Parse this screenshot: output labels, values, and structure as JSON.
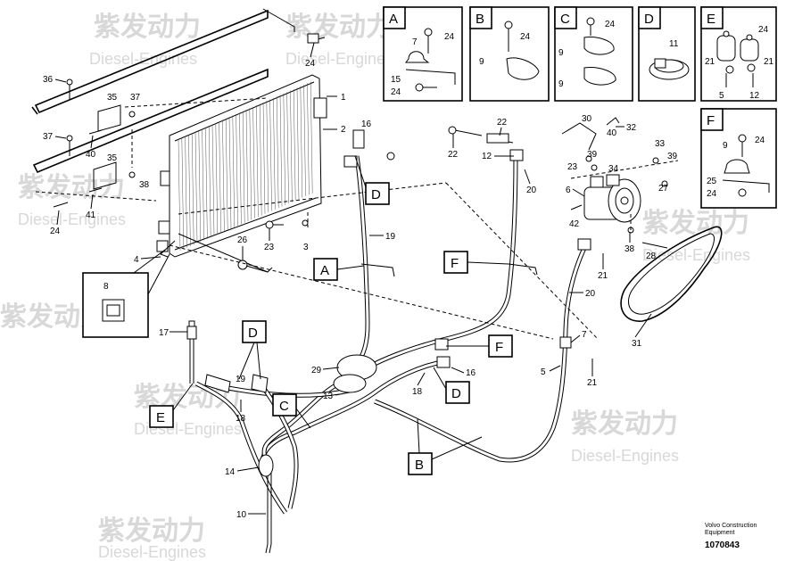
{
  "watermark": {
    "cn": "紫发动力",
    "en": "Diesel-Engines"
  },
  "footer": {
    "brand_line1": "Volvo Construction",
    "brand_line2": "Equipment",
    "drawing_number": "1070843"
  },
  "detail_boxes": [
    {
      "letter": "A",
      "callouts": [
        "7",
        "24",
        "15",
        "24"
      ]
    },
    {
      "letter": "B",
      "callouts": [
        "24",
        "9"
      ]
    },
    {
      "letter": "C",
      "callouts": [
        "24",
        "9",
        "9"
      ]
    },
    {
      "letter": "D",
      "callouts": [
        "11"
      ]
    },
    {
      "letter": "E",
      "callouts": [
        "24",
        "21",
        "21",
        "5",
        "12"
      ]
    },
    {
      "letter": "F",
      "callouts": [
        "9",
        "24",
        "25",
        "24"
      ]
    }
  ],
  "main_labels": [
    "A",
    "B",
    "C",
    "D",
    "D",
    "D",
    "E",
    "F",
    "F"
  ],
  "callouts_main": [
    "1",
    "2",
    "3",
    "4",
    "5",
    "6",
    "7",
    "8",
    "10",
    "12",
    "13",
    "14",
    "16",
    "16",
    "17",
    "18",
    "18",
    "19",
    "19",
    "20",
    "20",
    "21",
    "21",
    "22",
    "22",
    "23",
    "23",
    "24",
    "24",
    "26",
    "27",
    "28",
    "29",
    "30",
    "31",
    "32",
    "33",
    "34",
    "35",
    "35",
    "36",
    "37",
    "37",
    "38",
    "38",
    "39",
    "39",
    "40",
    "40",
    "41",
    "42"
  ]
}
